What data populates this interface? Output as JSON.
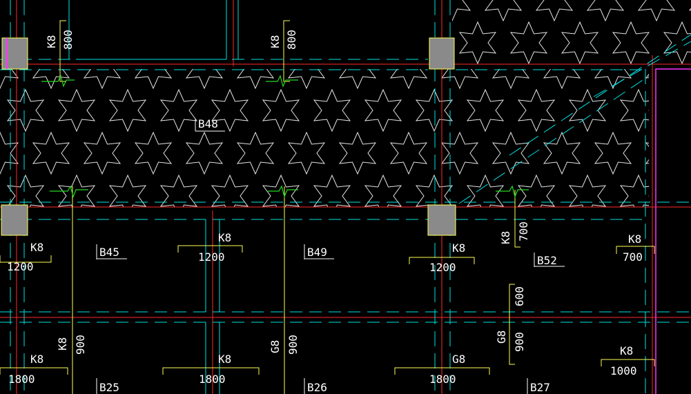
{
  "colors": {
    "background": "#000000",
    "grid_red": "#ff2a2a",
    "wall_cyan": "#00e5e5",
    "rebar_yellow": "#ffff55",
    "break_green": "#22dd22",
    "hatch_white": "#e6e6e6",
    "column_gray": "#8a8a8a",
    "edge_magenta": "#ff33ff",
    "text_white": "#ffffff"
  },
  "slabs": {
    "b48": "B48",
    "b45": "B45",
    "b49": "B49",
    "b52": "B52",
    "b25": "B25",
    "b26": "B26",
    "b27": "B27"
  },
  "rebar": {
    "k8": "K8",
    "g8": "G8",
    "len_800": "800",
    "len_700": "700",
    "len_600": "600",
    "len_900": "900",
    "len_1200": "1200",
    "len_1800": "1800",
    "len_1000": "1000"
  }
}
